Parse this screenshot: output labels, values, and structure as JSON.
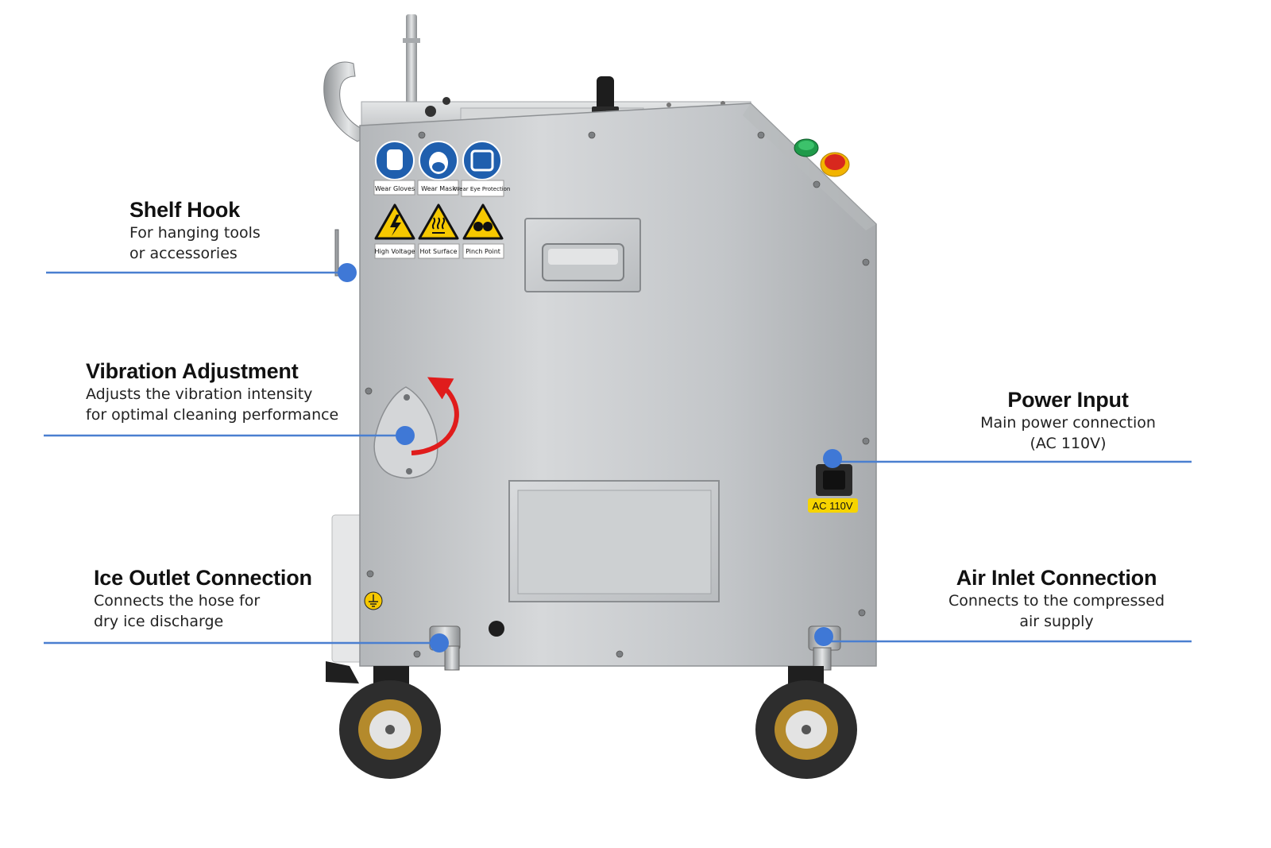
{
  "callouts": {
    "shelf_hook": {
      "title": "Shelf Hook",
      "line1": "For hanging tools",
      "line2": "or accessories"
    },
    "vibration": {
      "title": "Vibration Adjustment",
      "line1": "Adjusts the vibration intensity",
      "line2": "for optimal cleaning performance"
    },
    "ice_outlet": {
      "title": "Ice Outlet Connection",
      "line1": "Connects the hose for",
      "line2": "dry ice discharge"
    },
    "power_input": {
      "title": "Power Input",
      "line1": "Main power connection",
      "line2": "(AC 110V)"
    },
    "air_inlet": {
      "title": "Air Inlet Connection",
      "line1": "Connects to the compressed",
      "line2": "air supply"
    }
  },
  "signs": {
    "mandatory": [
      "Wear Gloves",
      "Wear Mask",
      "Wear Eye Protection"
    ],
    "warning": [
      "High Voltage",
      "Hot Surface",
      "Pinch Point"
    ]
  },
  "power_label": "AC 110V",
  "colors": {
    "callout_line": "#4a7fd0",
    "callout_dot": "#3f78d6",
    "steel": "#c9cbcd",
    "mandatory_blue": "#1f5fae",
    "warning_yellow": "#f6c800",
    "arrow_red": "#e01c1c",
    "stop_button": "#d8281e",
    "start_button": "#1f9a4a"
  }
}
